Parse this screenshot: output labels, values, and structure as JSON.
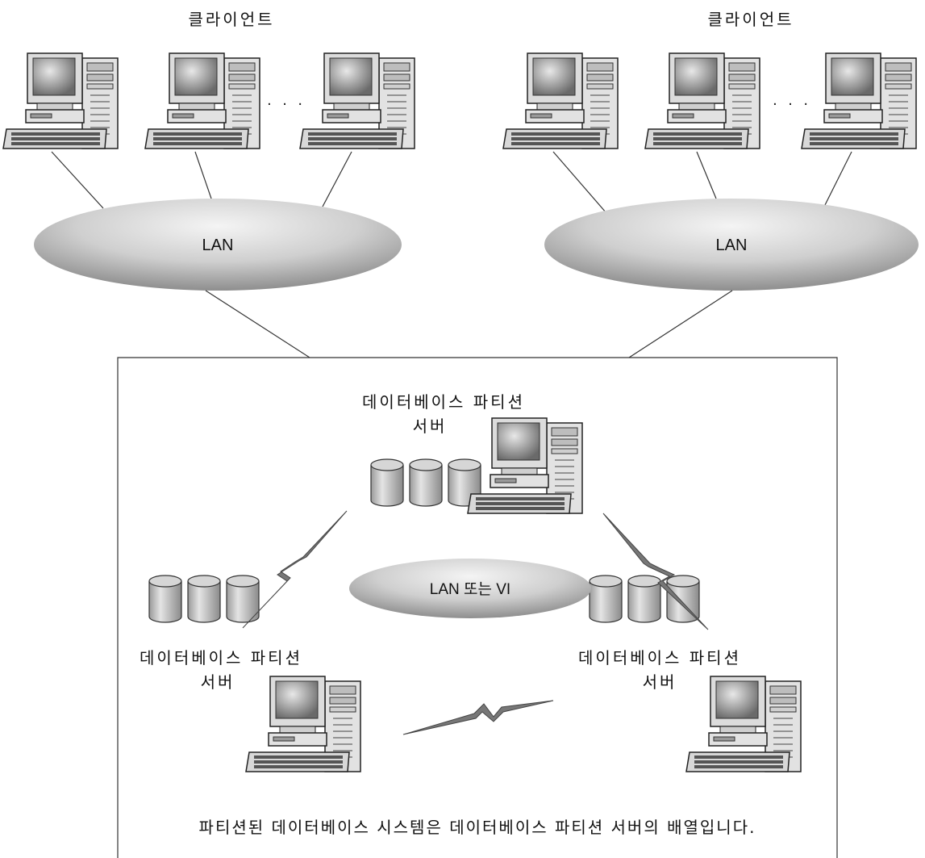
{
  "clients_left": {
    "label": "클라이언트",
    "ellipsis": ". . ."
  },
  "clients_right": {
    "label": "클라이언트",
    "ellipsis": ". . ."
  },
  "lan_left": {
    "label": "LAN"
  },
  "lan_right": {
    "label": "LAN"
  },
  "cluster": {
    "interconnect_label": "LAN 또는 VI",
    "server_top": {
      "label_line1": "데이터베이스 파티션",
      "label_line2": "서버"
    },
    "server_left": {
      "label_line1": "데이터베이스 파티션",
      "label_line2": "서버"
    },
    "server_right": {
      "label_line1": "데이터베이스 파티션",
      "label_line2": "서버"
    },
    "caption": "파티션된 데이터베이스 시스템은 데이터베이스 파티션 서버의 배열입니다."
  },
  "colors": {
    "line": "#333333",
    "ellipse_light": "#f2f2f2",
    "ellipse_dark": "#9c9c9c",
    "disk": "#c8c8c8"
  },
  "icons": {
    "client": "desktop-computer-icon",
    "server": "server-computer-icon",
    "disk": "disk-cylinder-icon",
    "link": "lightning-link-icon"
  }
}
